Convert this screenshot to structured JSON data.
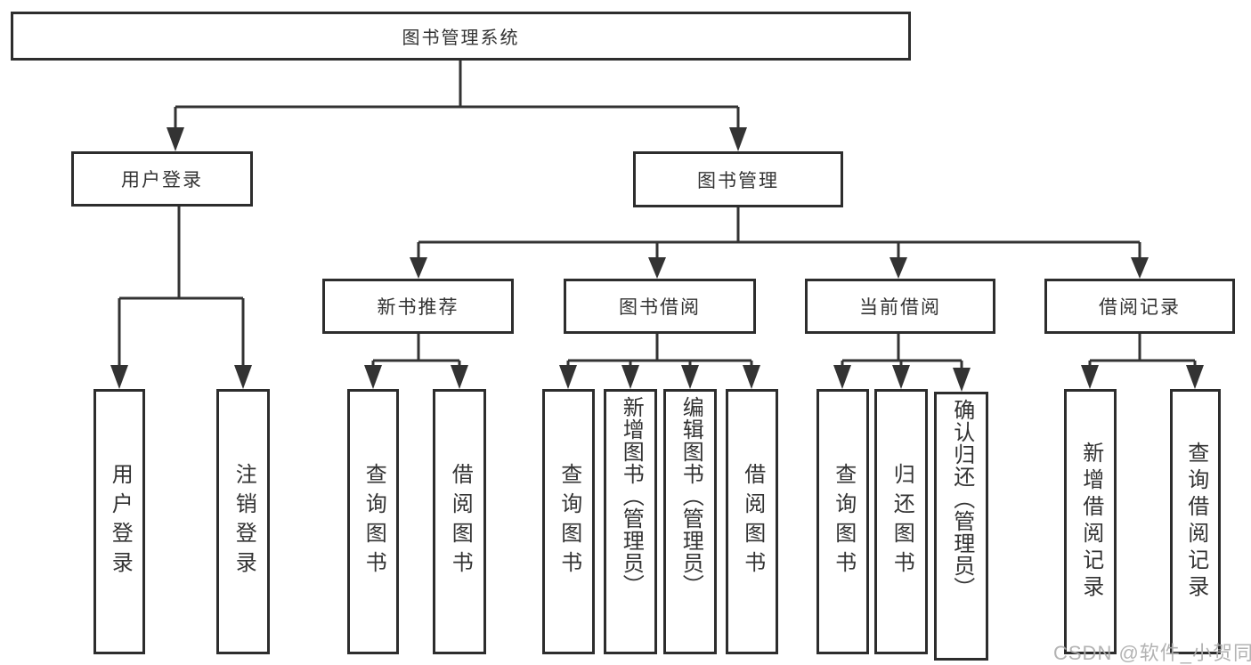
{
  "watermark": "CSDN @软件_小贺同学",
  "colors": {
    "line": "#333333",
    "box_border": "#2d2d2d",
    "text": "#333333",
    "watermark": "#adadad",
    "background": "#ffffff"
  },
  "tree": {
    "root": {
      "label": "图书管理系统",
      "children": [
        {
          "label": "用户登录",
          "children": [
            {
              "label": "用户登录"
            },
            {
              "label": "注销登录"
            }
          ]
        },
        {
          "label": "图书管理",
          "children": [
            {
              "label": "新书推荐",
              "children": [
                {
                  "label": "查询图书"
                },
                {
                  "label": "借阅图书"
                }
              ]
            },
            {
              "label": "图书借阅",
              "children": [
                {
                  "label": "查询图书"
                },
                {
                  "label": "新增图书（管理员）"
                },
                {
                  "label": "编辑图书（管理员）"
                },
                {
                  "label": "借阅图书"
                }
              ]
            },
            {
              "label": "当前借阅",
              "children": [
                {
                  "label": "查询图书"
                },
                {
                  "label": "归还图书"
                },
                {
                  "label": "确认归还（管理员）"
                }
              ]
            },
            {
              "label": "借阅记录",
              "children": [
                {
                  "label": "新增借阅记录"
                },
                {
                  "label": "查询借阅记录"
                }
              ]
            }
          ]
        }
      ]
    }
  }
}
